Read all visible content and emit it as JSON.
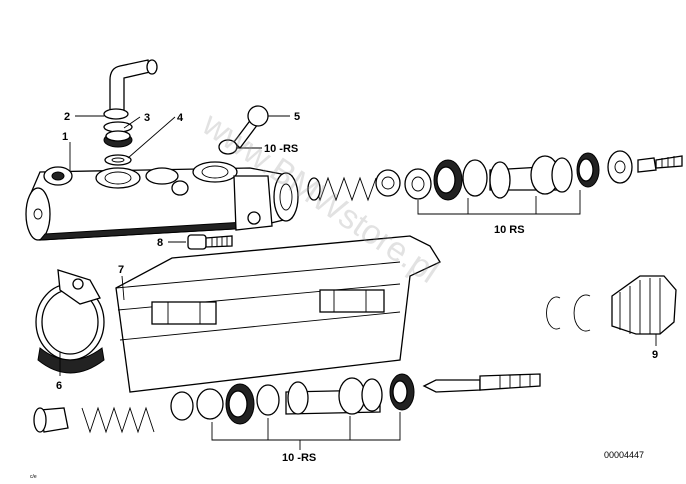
{
  "callouts": {
    "c1": "1",
    "c2": "2",
    "c3": "3",
    "c4": "4",
    "c5": "5",
    "c6": "6",
    "c7": "7",
    "c8": "8",
    "c9": "9",
    "c10a": "10 -RS",
    "c10b": "10  RS",
    "c10c": "10 -RS"
  },
  "drawing_number": "00004447",
  "corner_mark": "c/e",
  "watermark": "www.BMWstore.pl"
}
